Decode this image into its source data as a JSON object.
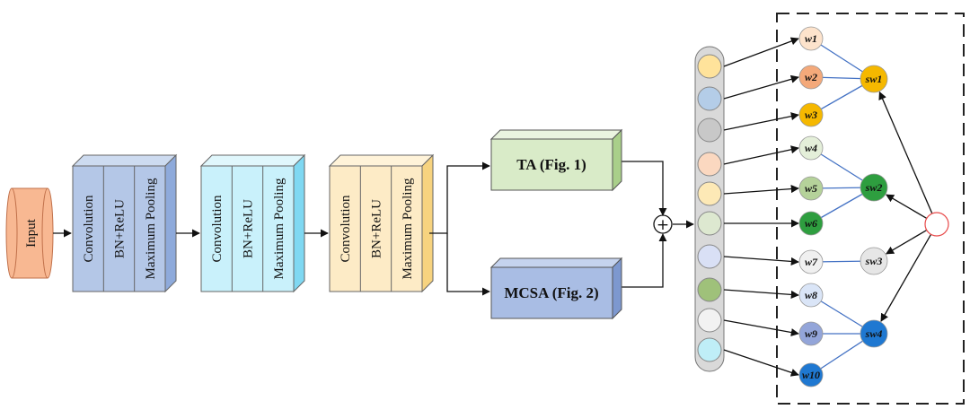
{
  "input_label": "Input",
  "conv_blocks": [
    {
      "layers": [
        "Convolution",
        "BN+ReLU",
        "Maximum Pooling"
      ],
      "colors": {
        "face": "#b4c7e7",
        "side": "#8eaadb",
        "top": "#cddbf0"
      }
    },
    {
      "layers": [
        "Convolution",
        "BN+ReLU",
        "Maximum Pooling"
      ],
      "colors": {
        "face": "#c9f1fb",
        "side": "#7fd8f2",
        "top": "#e0f7fc"
      }
    },
    {
      "layers": [
        "Convolution",
        "BN+ReLU",
        "Maximum Pooling"
      ],
      "colors": {
        "face": "#fdebc6",
        "side": "#f7d37f",
        "top": "#fff3d9"
      }
    }
  ],
  "ta_label": "TA (Fig. 1)",
  "mcsa_label": "MCSA (Fig. 2)",
  "plus_symbol": "+",
  "feature_colors": [
    "#ffe39b",
    "#b4cde8",
    "#c8c8c8",
    "#fbd8c0",
    "#fde9b6",
    "#dde8d0",
    "#d9e0f5",
    "#9fc17a",
    "#f2f2f2",
    "#bfeef7"
  ],
  "w_nodes": [
    {
      "label": "w1",
      "color": "#fde3cc"
    },
    {
      "label": "w2",
      "color": "#f4a97a"
    },
    {
      "label": "w3",
      "color": "#f5b800"
    },
    {
      "label": "w4",
      "color": "#e4efd9"
    },
    {
      "label": "w5",
      "color": "#b5d29a"
    },
    {
      "label": "w6",
      "color": "#2e9e3f"
    },
    {
      "label": "w7",
      "color": "#f0f0f0"
    },
    {
      "label": "w8",
      "color": "#dae5f7"
    },
    {
      "label": "w9",
      "color": "#93a5d9"
    },
    {
      "label": "w10",
      "color": "#1f78d1"
    }
  ],
  "sw_nodes": [
    {
      "label": "sw1",
      "color": "#f5b800"
    },
    {
      "label": "sw2",
      "color": "#2e9e3f"
    },
    {
      "label": "sw3",
      "color": "#e6e6e6"
    },
    {
      "label": "sw4",
      "color": "#1f78d1"
    }
  ],
  "colors": {
    "input_fill": "#f8b892",
    "ta_face": "#d9ebc8",
    "ta_side": "#a9cf8a",
    "mcsa_face": "#a9bde4",
    "mcsa_side": "#7d98cf",
    "connector": "#4472c4",
    "hub_outline": "#e84a4a"
  }
}
